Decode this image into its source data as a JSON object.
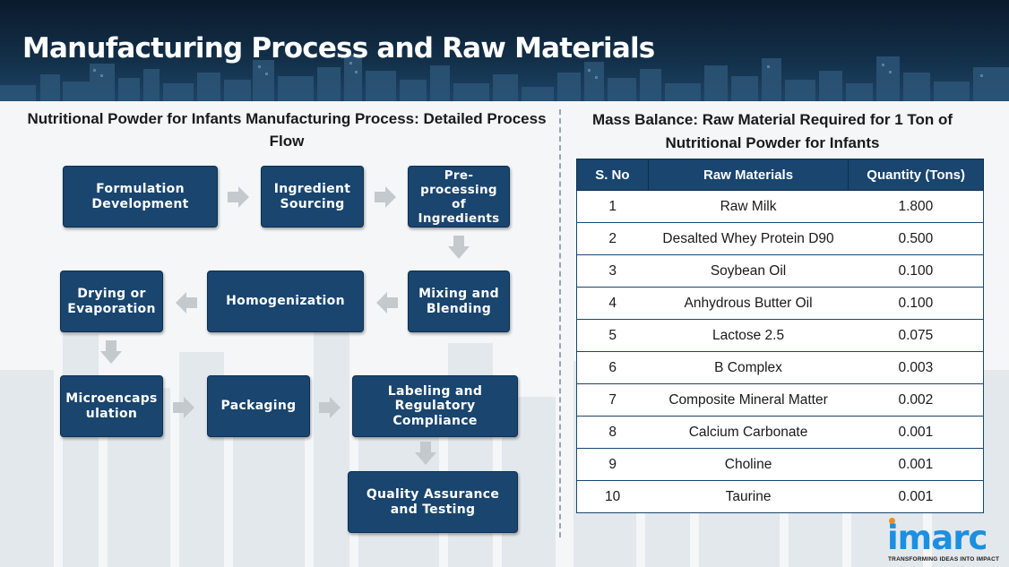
{
  "header": {
    "title": "Manufacturing Process and Raw Materials"
  },
  "process": {
    "title": "Nutritional Powder for Infants Manufacturing Process: Detailed Process Flow",
    "steps": [
      "Formulation Development",
      "Ingredient Sourcing",
      "Pre-processing of Ingredients",
      "Mixing and Blending",
      "Homogenization",
      "Drying or Evaporation",
      "Microencapsulation",
      "Packaging",
      "Labeling and Regulatory Compliance",
      "Quality Assurance and Testing"
    ]
  },
  "mass_balance": {
    "title": "Mass Balance: Raw Material Required for 1 Ton of Nutritional Powder for Infants",
    "columns": [
      "S. No",
      "Raw Materials",
      "Quantity (Tons)"
    ],
    "rows": [
      [
        "1",
        "Raw Milk",
        "1.800"
      ],
      [
        "2",
        "Desalted Whey Protein D90",
        "0.500"
      ],
      [
        "3",
        "Soybean Oil",
        "0.100"
      ],
      [
        "4",
        "Anhydrous Butter Oil",
        "0.100"
      ],
      [
        "5",
        "Lactose 2.5",
        "0.075"
      ],
      [
        "6",
        "B Complex",
        "0.003"
      ],
      [
        "7",
        "Composite Mineral Matter",
        "0.002"
      ],
      [
        "8",
        "Calcium Carbonate",
        "0.001"
      ],
      [
        "9",
        "Choline",
        "0.001"
      ],
      [
        "10",
        "Taurine",
        "0.001"
      ]
    ]
  },
  "logo": {
    "name": "imarc",
    "tagline": "TRANSFORMING IDEAS INTO IMPACT"
  },
  "colors": {
    "box_fill": "#19456f",
    "header_bg": "#13304a",
    "logo_blue": "#1d8fe0",
    "logo_dot": "#f28c1a"
  },
  "icons": {
    "flow_arrow": "right-arrow-icon / down-arrow-icon / left-arrow-icon"
  }
}
